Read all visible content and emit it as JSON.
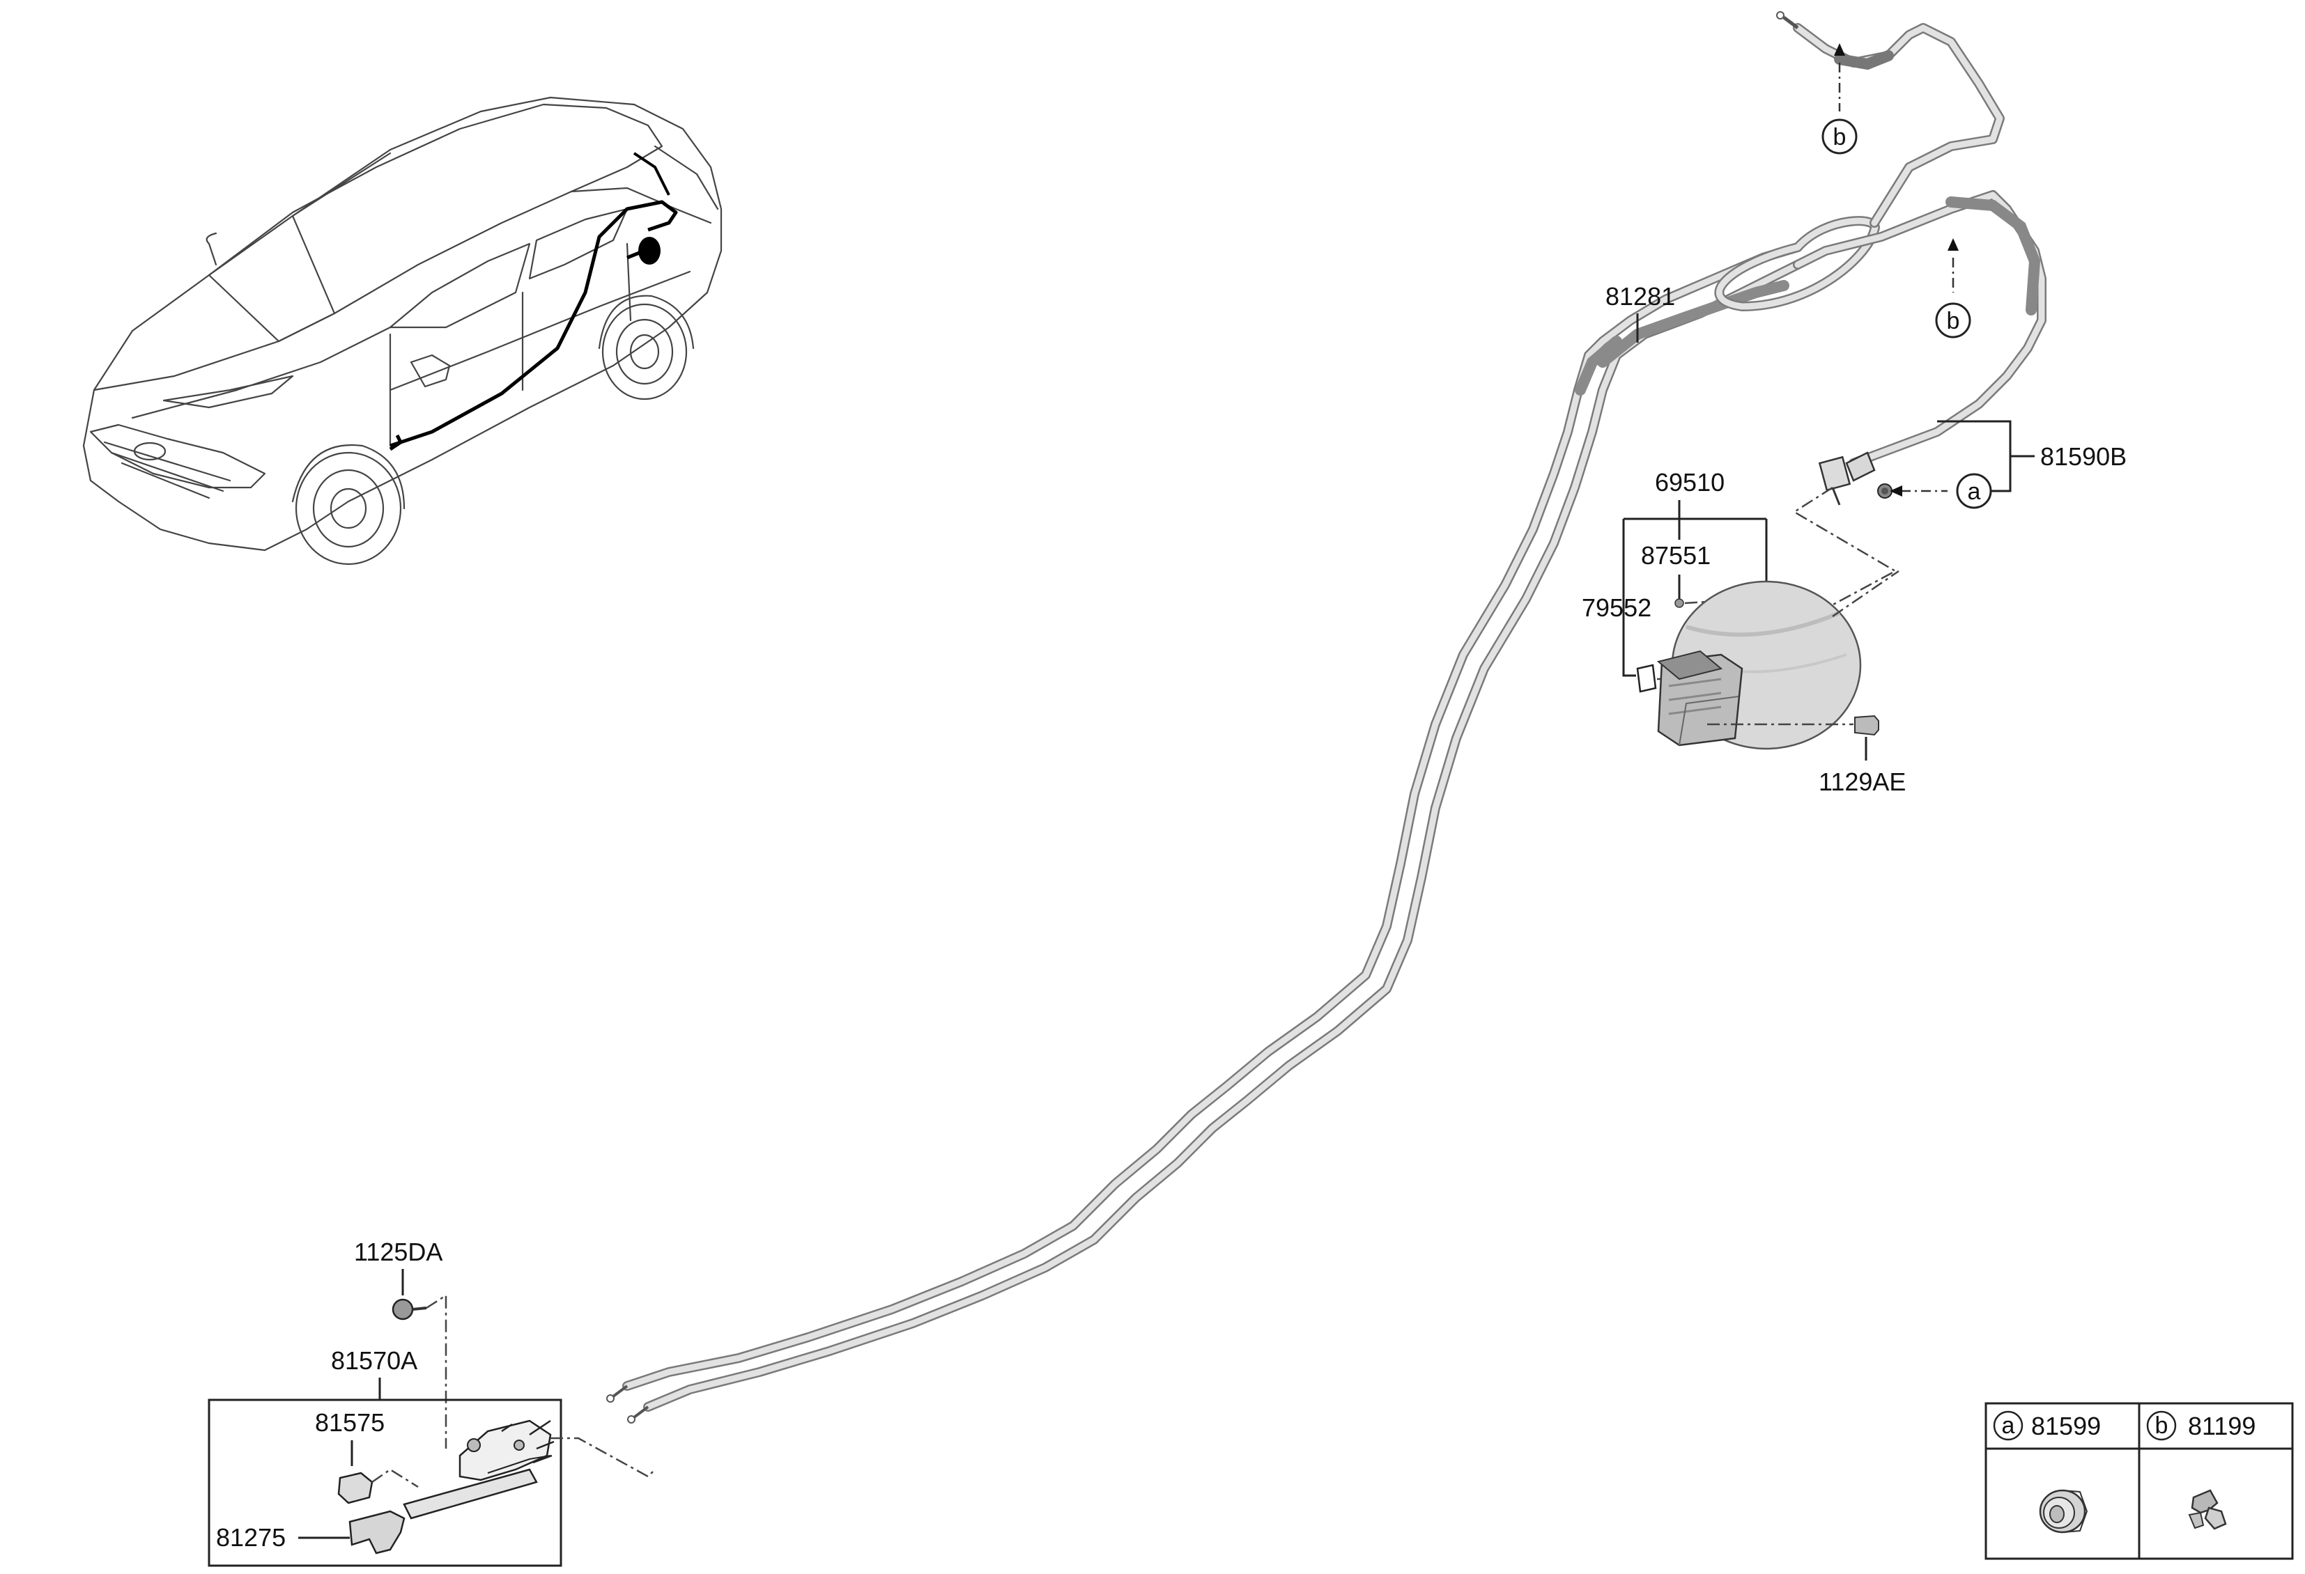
{
  "labels": {
    "cable_main": "81281",
    "cable_release": "81590B",
    "fuel_door": "69510",
    "part_87551": "87551",
    "part_79552": "79552",
    "bolt": "1129AE",
    "screw": "1125DA",
    "handle_assy": "81570A",
    "handle_cover": "81575",
    "handle": "81275"
  },
  "callouts": {
    "a": "a",
    "b": "b"
  },
  "legend": {
    "a_letter": "a",
    "a_part": "81599",
    "b_letter": "b",
    "b_part": "81199"
  }
}
